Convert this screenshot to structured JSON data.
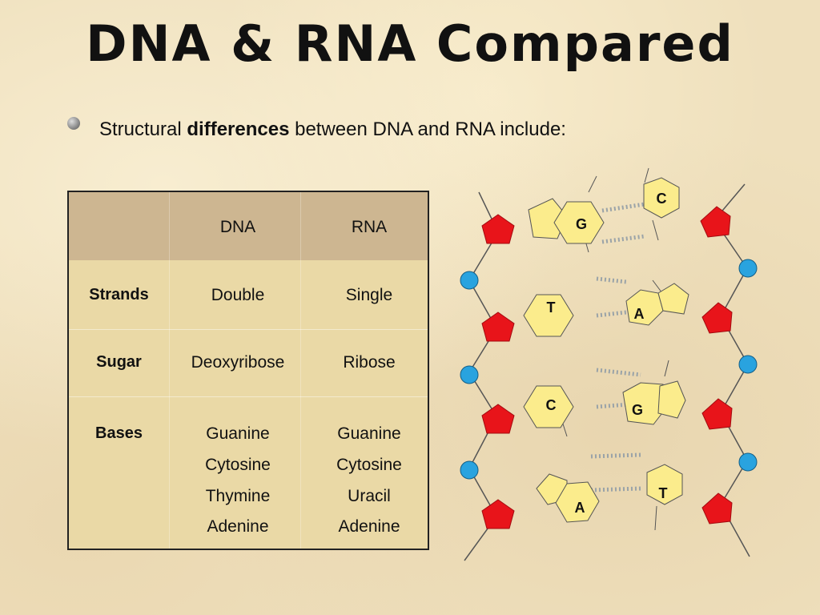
{
  "title": "DNA & RNA Compared",
  "bullet": {
    "before": "Structural ",
    "bold": "differences",
    "after": " between DNA and RNA include:"
  },
  "table": {
    "headers": [
      "",
      "DNA",
      "RNA"
    ],
    "rows": [
      {
        "label": "Strands",
        "dna": [
          "Double"
        ],
        "rna": [
          "Single"
        ]
      },
      {
        "label": "Sugar",
        "dna": [
          "Deoxyribose"
        ],
        "rna": [
          "Ribose"
        ]
      },
      {
        "label": "Bases",
        "dna": [
          "Guanine",
          "Cytosine",
          "Thymine",
          "Adenine"
        ],
        "rna": [
          "Guanine",
          "Cytosine",
          "Uracil",
          "Adenine"
        ]
      }
    ]
  },
  "diagram": {
    "pairs": [
      {
        "left": "G",
        "right": "C"
      },
      {
        "left": "T",
        "right": "A"
      },
      {
        "left": "C",
        "right": "G"
      },
      {
        "left": "A",
        "right": "T"
      }
    ],
    "colors": {
      "sugar": "#e8141a",
      "phosphate": "#29a3df",
      "base": "#fbec8c"
    }
  }
}
